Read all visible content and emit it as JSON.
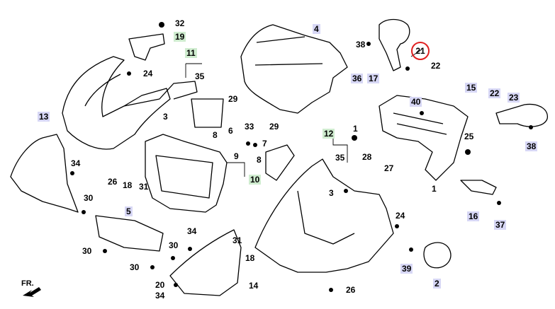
{
  "diagram": {
    "highlighted_part": "21",
    "front_label": "FR.",
    "callouts": [
      {
        "id": "c32",
        "text": "32",
        "style": "plain"
      },
      {
        "id": "c19",
        "text": "19",
        "style": "green"
      },
      {
        "id": "c11",
        "text": "11",
        "style": "green"
      },
      {
        "id": "c24a",
        "text": "24",
        "style": "plain"
      },
      {
        "id": "c35a",
        "text": "35",
        "style": "plain"
      },
      {
        "id": "c3a",
        "text": "3",
        "style": "plain"
      },
      {
        "id": "c13",
        "text": "13",
        "style": "blue"
      },
      {
        "id": "c29a",
        "text": "29",
        "style": "plain"
      },
      {
        "id": "c8",
        "text": "8",
        "style": "plain"
      },
      {
        "id": "c6",
        "text": "6",
        "style": "plain"
      },
      {
        "id": "c4",
        "text": "4",
        "style": "blue"
      },
      {
        "id": "c38a",
        "text": "38",
        "style": "plain"
      },
      {
        "id": "c21",
        "text": "21",
        "style": "circled"
      },
      {
        "id": "c22a",
        "text": "22",
        "style": "plain"
      },
      {
        "id": "c36",
        "text": "36",
        "style": "blue"
      },
      {
        "id": "c17",
        "text": "17",
        "style": "blue"
      },
      {
        "id": "c40",
        "text": "40",
        "style": "blue"
      },
      {
        "id": "c15",
        "text": "15",
        "style": "blue"
      },
      {
        "id": "c22b",
        "text": "22",
        "style": "blue"
      },
      {
        "id": "c23",
        "text": "23",
        "style": "blue"
      },
      {
        "id": "c1a",
        "text": "1",
        "style": "plain"
      },
      {
        "id": "c25",
        "text": "25",
        "style": "plain"
      },
      {
        "id": "c38b",
        "text": "38",
        "style": "blue"
      },
      {
        "id": "c33",
        "text": "33",
        "style": "plain"
      },
      {
        "id": "c29b",
        "text": "29",
        "style": "plain"
      },
      {
        "id": "c12",
        "text": "12",
        "style": "green"
      },
      {
        "id": "c7",
        "text": "7",
        "style": "plain"
      },
      {
        "id": "c9",
        "text": "9",
        "style": "plain"
      },
      {
        "id": "c8b",
        "text": "8",
        "style": "plain"
      },
      {
        "id": "c10",
        "text": "10",
        "style": "green"
      },
      {
        "id": "c35b",
        "text": "35",
        "style": "plain"
      },
      {
        "id": "c28",
        "text": "28",
        "style": "plain"
      },
      {
        "id": "c27",
        "text": "27",
        "style": "plain"
      },
      {
        "id": "c1b",
        "text": "1",
        "style": "plain"
      },
      {
        "id": "c34a",
        "text": "34",
        "style": "plain"
      },
      {
        "id": "c26a",
        "text": "26",
        "style": "plain"
      },
      {
        "id": "c18a",
        "text": "18",
        "style": "plain"
      },
      {
        "id": "c31a",
        "text": "31",
        "style": "plain"
      },
      {
        "id": "c3b",
        "text": "3",
        "style": "plain"
      },
      {
        "id": "c30a",
        "text": "30",
        "style": "plain"
      },
      {
        "id": "c5",
        "text": "5",
        "style": "blue"
      },
      {
        "id": "c16",
        "text": "16",
        "style": "blue"
      },
      {
        "id": "c24b",
        "text": "24",
        "style": "plain"
      },
      {
        "id": "c37",
        "text": "37",
        "style": "blue"
      },
      {
        "id": "c34b",
        "text": "34",
        "style": "plain"
      },
      {
        "id": "c31b",
        "text": "31",
        "style": "plain"
      },
      {
        "id": "c18b",
        "text": "18",
        "style": "plain"
      },
      {
        "id": "c30b",
        "text": "30",
        "style": "plain"
      },
      {
        "id": "c30c",
        "text": "30",
        "style": "plain"
      },
      {
        "id": "c30d",
        "text": "30",
        "style": "plain"
      },
      {
        "id": "c39",
        "text": "39",
        "style": "blue"
      },
      {
        "id": "c20",
        "text": "20",
        "style": "plain"
      },
      {
        "id": "c34c",
        "text": "34",
        "style": "plain"
      },
      {
        "id": "c14",
        "text": "14",
        "style": "plain"
      },
      {
        "id": "c26b",
        "text": "26",
        "style": "plain"
      },
      {
        "id": "c2",
        "text": "2",
        "style": "blue"
      }
    ]
  }
}
